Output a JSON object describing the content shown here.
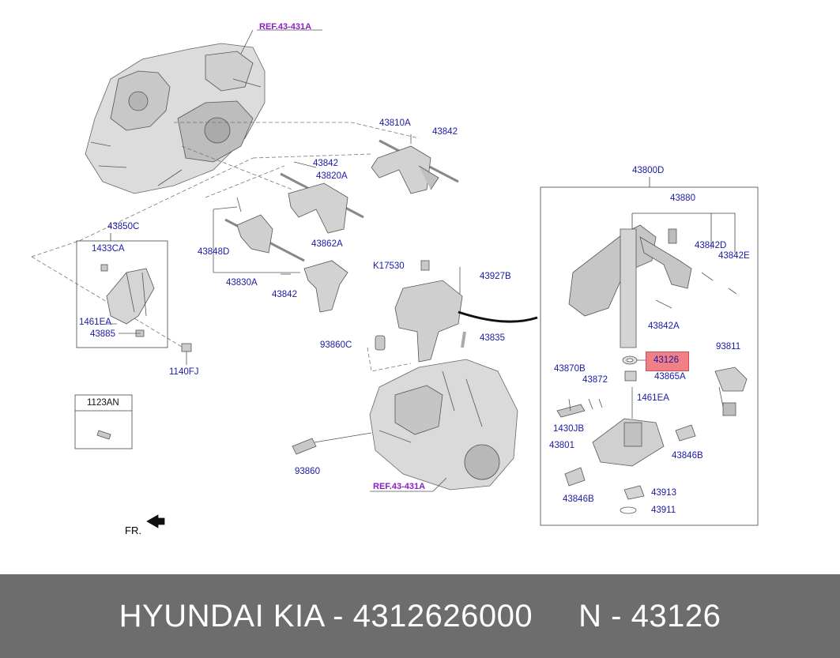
{
  "references": {
    "ref_top": "REF.43-431A",
    "ref_bottom": "REF.43-431A"
  },
  "parts": {
    "p43810A": "43810A",
    "p43842_a": "43842",
    "p43842_b": "43842",
    "p43842_c": "43842",
    "p43820A": "43820A",
    "p43850C": "43850C",
    "p1433CA": "1433CA",
    "p1461EA_a": "1461EA",
    "p43885": "43885",
    "p1140FJ": "1140FJ",
    "p43848D": "43848D",
    "p43830A": "43830A",
    "p43862A": "43862A",
    "pK17530": "K17530",
    "p43927B": "43927B",
    "p93860C": "93860C",
    "p43835": "43835",
    "p93860": "93860",
    "p1123AN": "1123AN",
    "p43800D": "43800D",
    "p43880": "43880",
    "p43842D": "43842D",
    "p43842E": "43842E",
    "p43842A": "43842A",
    "p43126": "43126",
    "p43865A": "43865A",
    "p93811": "93811",
    "p43870B": "43870B",
    "p43872": "43872",
    "p1461EA_b": "1461EA",
    "p1430JB": "1430JB",
    "p43801": "43801",
    "p43846B_a": "43846B",
    "p43846B_b": "43846B",
    "p43913": "43913",
    "p43911": "43911"
  },
  "front_indicator": "FR.",
  "highlight_color": "#f07f86",
  "label_color": "#1a1aa8",
  "ref_color": "#8a1fc4",
  "footer": {
    "text": "HYUNDAI KIA - 4312626000     N - 43126",
    "background": "#6d6d6d"
  }
}
